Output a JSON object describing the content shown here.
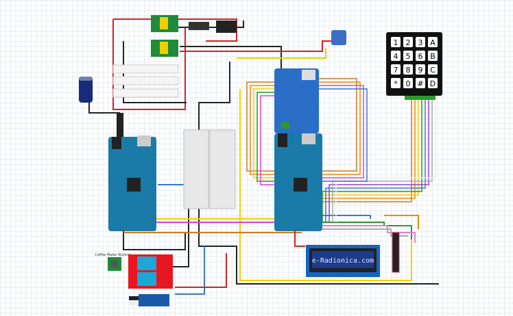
{
  "labels": {
    "button": "Coffee Maker Button",
    "lcd_text": "e-Radionica.com"
  },
  "keypad": {
    "keys": [
      "1",
      "2",
      "3",
      "A",
      "4",
      "5",
      "6",
      "B",
      "7",
      "8",
      "9",
      "C",
      "*",
      "0",
      "#",
      "D"
    ]
  },
  "colors": {
    "arduino": "#1a7aa8",
    "relay": "#e8171f",
    "lcd": "#1565c0",
    "wire_red": "#d62020",
    "wire_black": "#222222"
  }
}
